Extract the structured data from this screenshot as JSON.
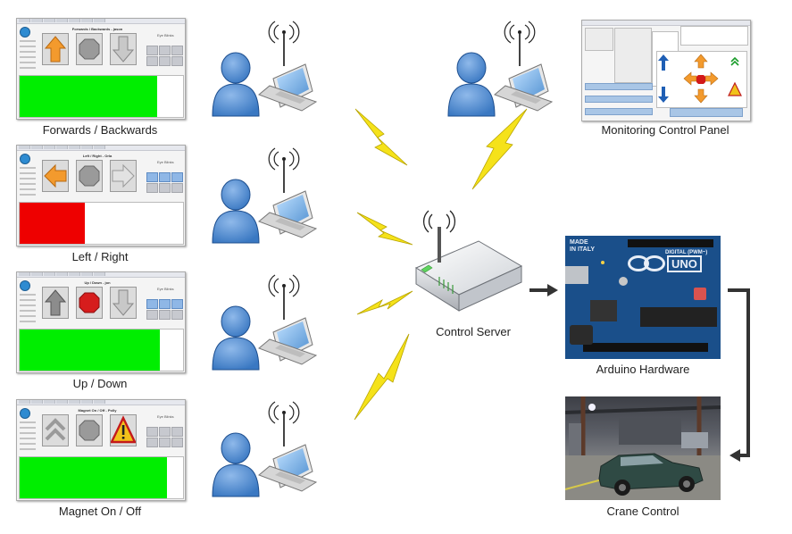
{
  "clients": [
    {
      "caption": "Forwards / Backwards",
      "app_title": "Forwards / Backwards - jason",
      "eye_label": "Eye Blinks",
      "status_color": "#00ee00",
      "status_fill": 0.84,
      "buttons": [
        "up-arrow-icon",
        "stop-octagon-icon",
        "down-arrow-icon"
      ],
      "active_button": 0
    },
    {
      "caption": "Left / Right",
      "app_title": "Left / Right - Orla",
      "eye_label": "Eye Blinks",
      "status_color": "#ee0000",
      "status_fill": 0.4,
      "buttons": [
        "left-arrow-icon",
        "stop-octagon-icon",
        "right-arrow-icon"
      ],
      "active_button": 0
    },
    {
      "caption": "Up / Down",
      "app_title": "Up / Down - jon",
      "eye_label": "Eye Blinks",
      "status_color": "#00ee00",
      "status_fill": 0.86,
      "buttons": [
        "up-arrow-icon",
        "stop-octagon-icon",
        "down-arrow-icon"
      ],
      "active_button": 1
    },
    {
      "caption": "Magnet On / Off",
      "app_title": "Magnet On / Off - Polly",
      "eye_label": "Eye Blinks",
      "status_color": "#00ee00",
      "status_fill": 0.9,
      "buttons": [
        "double-chevron-up-icon",
        "stop-octagon-icon",
        "warning-triangle-icon"
      ],
      "active_button": 2
    }
  ],
  "monitor": {
    "caption": "Monitoring Control Panel"
  },
  "server": {
    "caption": "Control Server"
  },
  "arduino": {
    "caption": "Arduino Hardware",
    "board_text_made": "MADE",
    "board_text_italy": "IN ITALY",
    "board_text_uno": "UNO",
    "board_text_digital": "DIGITAL (PWM~)"
  },
  "crane": {
    "caption": "Crane Control"
  },
  "colors": {
    "person_blue": "#3a78c2",
    "lightning_yellow": "#f5e21a",
    "arrow_dark": "#333333"
  }
}
